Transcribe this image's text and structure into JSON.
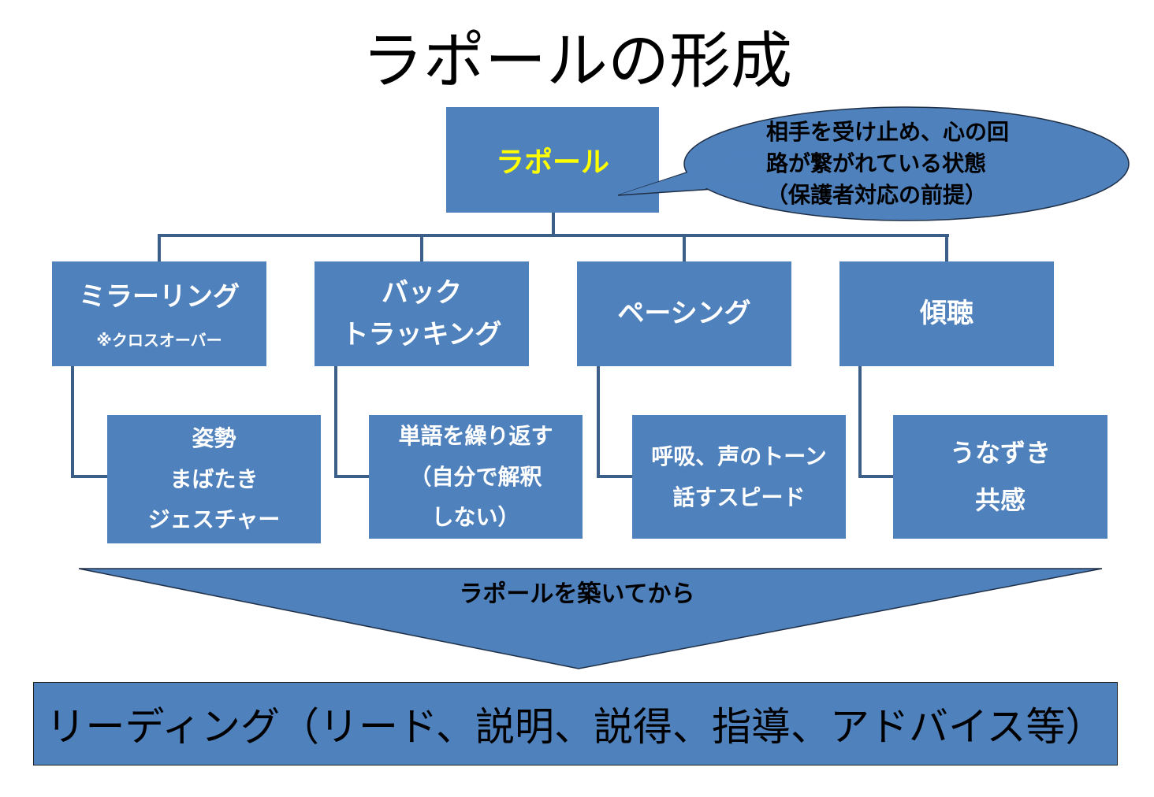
{
  "title": "ラポールの形成",
  "root": {
    "label": "ラポール",
    "callout": [
      "相手を受け止め、心の回",
      "路が繋がれている状態",
      "（保護者対応の前提）"
    ]
  },
  "techniques": [
    {
      "label_lines": [
        "ミラーリング"
      ],
      "note": "※クロスオーバー",
      "details": [
        "姿勢",
        "まばたき",
        "ジェスチャー"
      ]
    },
    {
      "label_lines": [
        "バック",
        "トラッキング"
      ],
      "details": [
        "単語を繰り返す",
        "（自分で解釈",
        "しない）"
      ]
    },
    {
      "label_lines": [
        "ペーシング"
      ],
      "details": [
        "呼吸、声のトーン",
        "話すスピード"
      ]
    },
    {
      "label_lines": [
        "傾聴"
      ],
      "details": [
        "うなずき",
        "共感"
      ]
    }
  ],
  "arrow_label": "ラポールを築いてから",
  "result": "リーディング（リード、説明、説得、指導、アドバイス等）",
  "colors": {
    "box_fill": "#4f81bd",
    "root_text": "#ffff00",
    "connector": "#3c5f8a"
  }
}
